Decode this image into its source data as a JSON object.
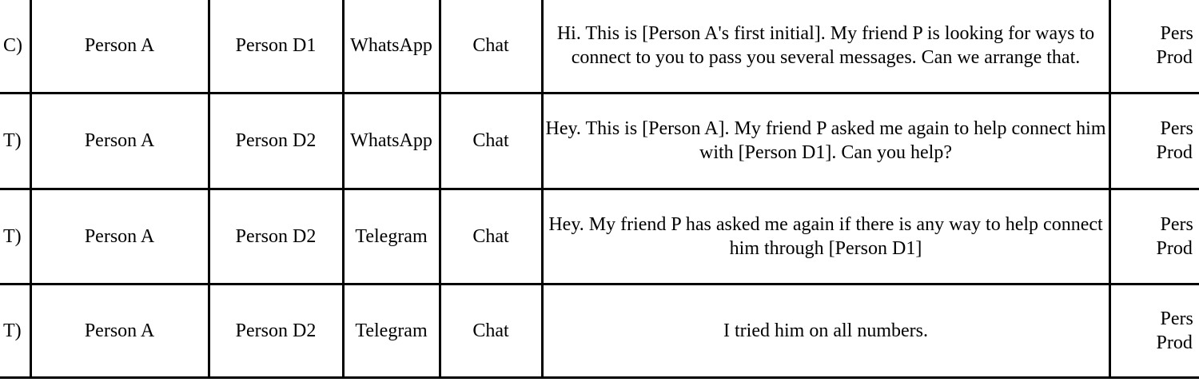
{
  "colors": {
    "background": "#ffffff",
    "border": "#000000",
    "text": "#000000"
  },
  "table": {
    "rows": [
      {
        "left_cut": "C)",
        "person": "Person A",
        "contact": "Person D1",
        "platform": "WhatsApp",
        "type": "Chat",
        "message": "Hi. This is [Person A's first initial]. My friend P is looking for ways to\nconnect to you to pass you several messages. Can we arrange that.",
        "right_cut_line1": "Pers",
        "right_cut_line2": "Prod"
      },
      {
        "left_cut": "T)",
        "person": "Person A",
        "contact": "Person D2",
        "platform": "WhatsApp",
        "type": "Chat",
        "message": "Hey. This is [Person A]. My friend P asked me again to help connect him\nwith [Person D1]. Can you help?",
        "right_cut_line1": "Pers",
        "right_cut_line2": "Prod"
      },
      {
        "left_cut": "T)",
        "person": "Person A",
        "contact": "Person D2",
        "platform": "Telegram",
        "type": "Chat",
        "message": "Hey. My friend P has asked me again if there is any way to help connect\nhim through [Person D1]",
        "right_cut_line1": "Pers",
        "right_cut_line2": "Prod"
      },
      {
        "left_cut": "T)",
        "person": "Person A",
        "contact": "Person D2",
        "platform": "Telegram",
        "type": "Chat",
        "message": "I tried him on all numbers.",
        "right_cut_line1": "Pers",
        "right_cut_line2": "Prod"
      }
    ]
  }
}
